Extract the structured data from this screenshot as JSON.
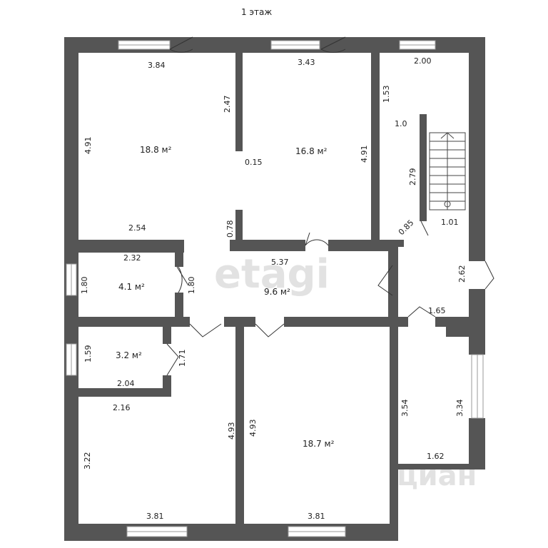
{
  "title": "1 этаж",
  "watermarks": {
    "etagi": "etagi",
    "cian": "циан"
  },
  "colors": {
    "wall": "#555555",
    "window": "#ffffff",
    "text": "#222222"
  },
  "rooms": {
    "r1": {
      "area": "18.8 м²"
    },
    "r2": {
      "area": "16.8 м²"
    },
    "r3": {
      "area": "4.1 м²"
    },
    "r4": {
      "area": "9.6 м²"
    },
    "r5": {
      "area": "3.2 м²"
    },
    "r6": {
      "area": "18.7 м²"
    }
  },
  "dimensions": {
    "d1": "3.84",
    "d2": "3.43",
    "d3": "2.00",
    "d4": "2.47",
    "d5": "1.53",
    "d6": "4.91",
    "d7": "1.0",
    "d8": "0.15",
    "d9": "4.91",
    "d10": "2.79",
    "d11": "2.54",
    "d12": "0.78",
    "d13": "0.85",
    "d14": "1.01",
    "d15": "2.32",
    "d16": "5.37",
    "d17": "1.80",
    "d18": "1.80",
    "d19": "2.62",
    "d20": "1.65",
    "d21": "1.59",
    "d22": "1.71",
    "d23": "2.04",
    "d24": "2.16",
    "d25": "3.54",
    "d26": "3.34",
    "d27": "4.93",
    "d28": "4.93",
    "d29": "3.22",
    "d30": "1.62",
    "d31": "3.81",
    "d32": "3.81"
  }
}
